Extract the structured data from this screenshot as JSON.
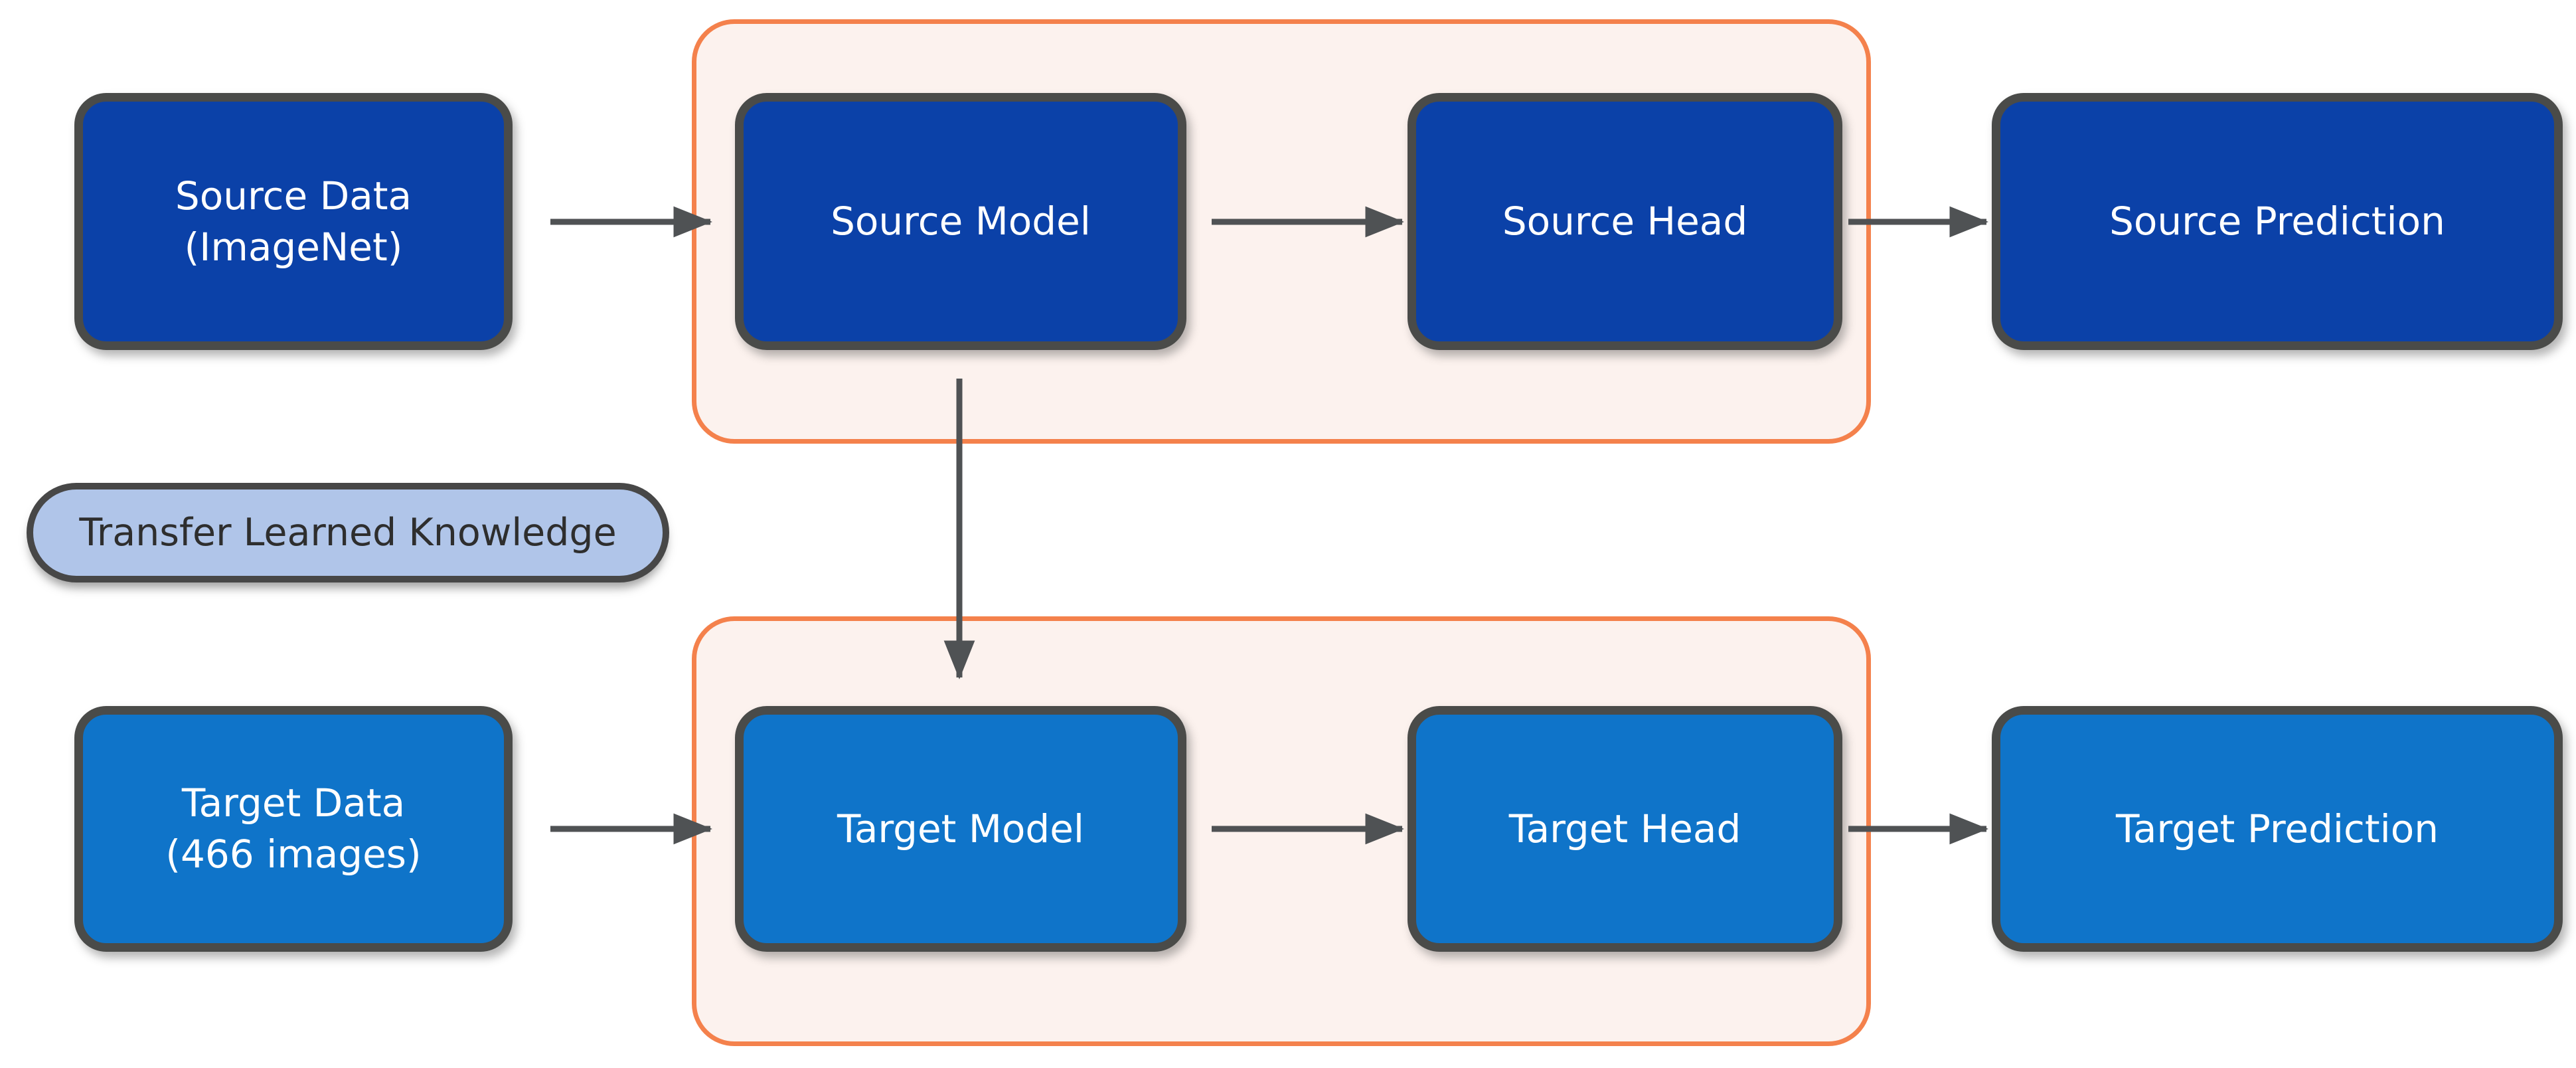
{
  "diagram": {
    "nodes": [
      {
        "id": "source-data",
        "label": "Source Data",
        "sublabel": "(ImageNet)",
        "style": "source"
      },
      {
        "id": "source-model",
        "label": "Source Model",
        "sublabel": "",
        "style": "source"
      },
      {
        "id": "source-head",
        "label": "Source Head",
        "sublabel": "",
        "style": "source"
      },
      {
        "id": "source-prediction",
        "label": "Source Prediction",
        "sublabel": "",
        "style": "source"
      },
      {
        "id": "target-data",
        "label": "Target Data",
        "sublabel": "(466 images)",
        "style": "target"
      },
      {
        "id": "target-model",
        "label": "Target Model",
        "sublabel": "",
        "style": "target"
      },
      {
        "id": "target-head",
        "label": "Target Head",
        "sublabel": "",
        "style": "target"
      },
      {
        "id": "target-prediction",
        "label": "Target Prediction",
        "sublabel": "",
        "style": "target"
      }
    ],
    "pill": {
      "label": "Transfer Learned Knowledge"
    },
    "groups": [
      {
        "id": "source-pipeline",
        "contains": [
          "source-model",
          "source-head"
        ]
      },
      {
        "id": "target-pipeline",
        "contains": [
          "target-model",
          "target-head"
        ]
      }
    ],
    "connections": [
      {
        "from": "source-data",
        "to": "source-model"
      },
      {
        "from": "source-model",
        "to": "source-head"
      },
      {
        "from": "source-head",
        "to": "source-prediction"
      },
      {
        "from": "source-model",
        "to": "target-model"
      },
      {
        "from": "target-data",
        "to": "target-model"
      },
      {
        "from": "target-model",
        "to": "target-head"
      },
      {
        "from": "target-head",
        "to": "target-prediction"
      }
    ],
    "colors": {
      "page_bg": "#FFFFFF",
      "source_box_fill": "#0B41A8",
      "target_box_fill": "#0F74C9",
      "box_border": "#4A4B49",
      "box_text": "#FFFFFF",
      "container_fill": "#FCF2EE",
      "container_border": "#F4814C",
      "pill_fill": "#B0C5E9",
      "pill_border": "#474747",
      "pill_text": "#2E2E2E",
      "arrow_color": "#4F5254"
    }
  }
}
